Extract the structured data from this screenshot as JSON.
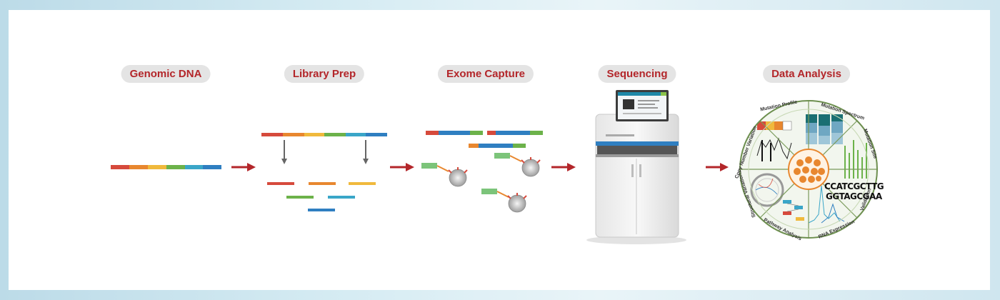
{
  "steps": [
    {
      "id": "genomic-dna",
      "label": "Genomic DNA"
    },
    {
      "id": "library-prep",
      "label": "Library Prep"
    },
    {
      "id": "exome-capture",
      "label": "Exome Capture"
    },
    {
      "id": "sequencing",
      "label": "Sequencing"
    },
    {
      "id": "data-analysis",
      "label": "Data Analysis"
    }
  ],
  "colors": {
    "label_text": "#b3262a",
    "label_bg": "#e4e4e4",
    "arrow": "#b3262a",
    "dna_segments": [
      "#d64a3c",
      "#e8872f",
      "#f0b93c",
      "#6cb24a",
      "#3aa6c8",
      "#2f7fc1"
    ]
  },
  "analysis_wheel": {
    "segment_labels": [
      "Mutation Profile",
      "Mutation Spectrum",
      "Mutation Site",
      "Copy Number Variation",
      "Structural Variation",
      "Pathway Analysis",
      "RNA Expression",
      "Validation"
    ],
    "sequence_lines": [
      "CCATCGCTTG",
      "GGTAGCGAA"
    ]
  }
}
